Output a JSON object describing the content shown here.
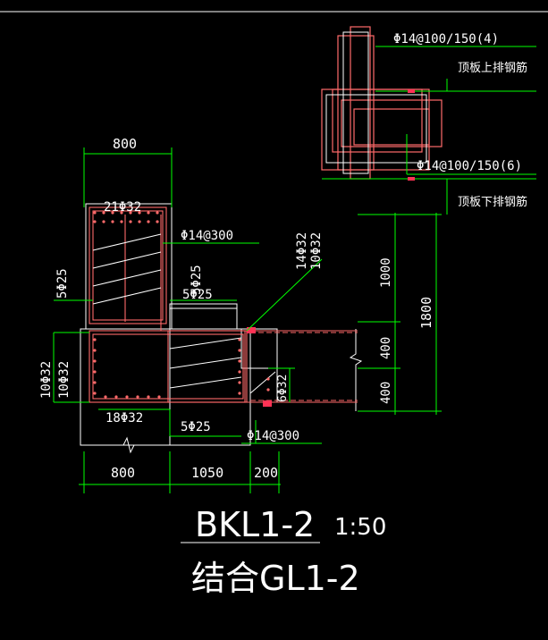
{
  "drawing": {
    "title": "BKL1-2",
    "scale": "1:50",
    "subtitle": "结合GL1-2"
  },
  "dimensions": {
    "top_width": "800",
    "bottom_left": "800",
    "bottom_mid": "1050",
    "bottom_right": "200",
    "right_upper": "1000",
    "right_mid": "400",
    "right_lower": "400",
    "right_total": "1800"
  },
  "rebar_labels": {
    "top_bars": "21Φ32",
    "stirrup_top": "Φ14@300",
    "side_left_upper": "5Φ25",
    "side_inner_upper": "5Φ25",
    "side_mid": "5Φ25",
    "diag_a": "14Φ32",
    "diag_b": "10Φ32",
    "left_a": "10Φ32",
    "left_b": "10Φ32",
    "bottom_bars": "18Φ32",
    "bottom_side": "5Φ25",
    "right_bars": "6Φ32",
    "stirrup_bottom": "Φ14@300"
  },
  "slab_detail": {
    "upper_spacing": "Φ14@100/150(4)",
    "upper_note": "顶板上排钢筋",
    "lower_spacing": "Φ14@100/150(6)",
    "lower_note": "顶板下排钢筋"
  },
  "colors": {
    "background": "#000000",
    "outline": "#ffffff",
    "dimension": "#00ff00",
    "rebar": "#ff6a6a",
    "stirrup": "#ffffff",
    "marker": "#ff3355"
  }
}
